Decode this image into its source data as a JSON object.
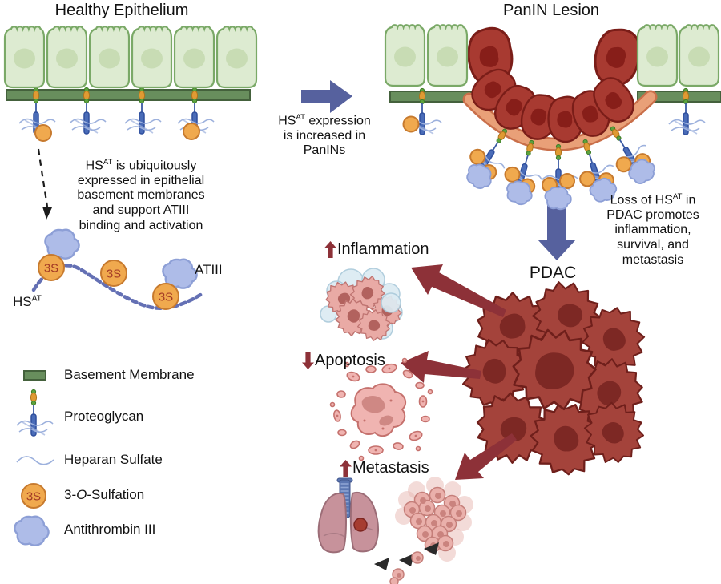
{
  "titles": {
    "healthy": "Healthy Epithelium",
    "panin": "PanIN Lesion",
    "pdac": "PDAC"
  },
  "notes": {
    "increase": {
      "l1_pre": "HS",
      "l1_sup": "AT",
      "l1_post": " expression",
      "l2": "is increased in",
      "l3": "PanINs"
    },
    "ubiquitous": {
      "l1_pre": "HS",
      "l1_sup": "AT",
      "l1_post": " is ubiquitously",
      "l2": "expressed in epithelial",
      "l3": "basement membranes",
      "l4": "and support ATIII",
      "l5": "binding and activation"
    },
    "loss": {
      "l1_pre": "Loss of HS",
      "l1_sup": "AT",
      "l1_post": " in",
      "l2": "PDAC promotes",
      "l3": "inflammation,",
      "l4": "survival, and",
      "l5": "metastasis"
    }
  },
  "labels": {
    "atiii": "ATIII",
    "hs": "HS",
    "hs_sup": "AT",
    "s3": "3S",
    "inflammation": "Inflammation",
    "apoptosis": "Apoptosis",
    "metastasis": "Metastasis"
  },
  "legend": {
    "items": [
      {
        "label": "Basement Membrane"
      },
      {
        "label": "Proteoglycan"
      },
      {
        "label": "Heparan Sulfate"
      },
      {
        "label_pre": "3-",
        "label_o": "O",
        "label_post": "-Sulfation"
      },
      {
        "label": "Antithrombin III"
      }
    ]
  },
  "icons": {
    "flow_arrow_right": "→",
    "flow_arrow_down": "↓",
    "increase_arrow": "↑",
    "decrease_arrow": "↓",
    "metastasis_path_arrowhead": "▶"
  },
  "colors": {
    "epithelium_green": "#ddebd1",
    "membrane_green": "#688e5d",
    "lesion_red": "#a83a31",
    "pdac_red": "#a4433b",
    "band_salmon": "#e9a078",
    "flow_arrow_blue": "#56619e",
    "effect_arrow_red": "#8d3138",
    "sulfation_orange": "#f0a94e",
    "atiii_blue": "#aebce8",
    "pink_cell": "#e9aaa5",
    "lung_pink": "#c7929b"
  }
}
